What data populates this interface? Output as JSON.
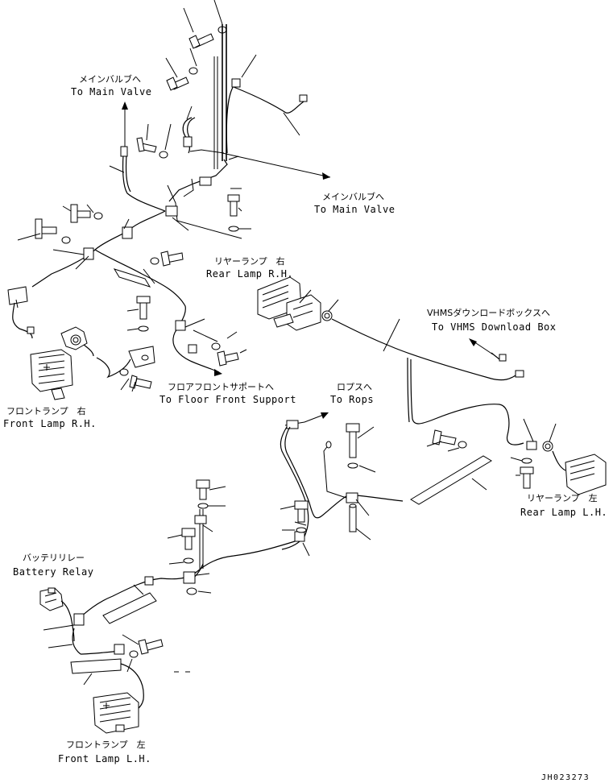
{
  "labels": {
    "main_valve_1": {
      "jp": "メインバルブへ",
      "en": "To Main Valve"
    },
    "main_valve_2": {
      "jp": "メインバルブへ",
      "en": "To Main Valve"
    },
    "rear_lamp_rh": {
      "jp": "リヤーランプ　右",
      "en": "Rear Lamp R.H."
    },
    "vhms": {
      "jp": "VHMSダウンロードボックスへ",
      "en": "To VHMS Download Box"
    },
    "floor_front": {
      "jp": "フロアフロントサポートへ",
      "en": "To Floor Front Support"
    },
    "front_lamp_rh": {
      "jp": "フロントランプ　右",
      "en": "Front Lamp R.H."
    },
    "rops": {
      "jp": "ロプスへ",
      "en": "To Rops"
    },
    "rear_lamp_lh": {
      "jp": "リヤーランプ　左",
      "en": "Rear Lamp L.H."
    },
    "battery_relay": {
      "jp": "バッテリリレー",
      "en": "Battery Relay"
    },
    "front_lamp_lh": {
      "jp": "フロントランプ　左",
      "en": "Front Lamp L.H."
    }
  },
  "drawing_code": "JH023273"
}
